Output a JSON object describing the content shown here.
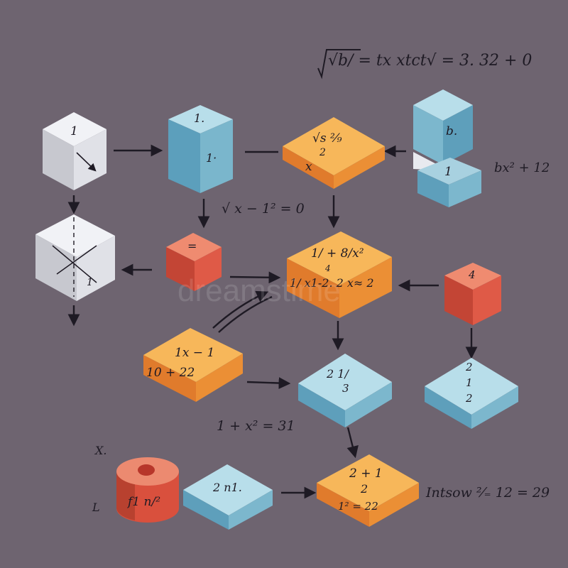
{
  "equations": {
    "top": "√b/ = tx xtct√ = 3. 32 + 0",
    "right_blue": "bx² + 12",
    "middle": "√ x − 1² = 0",
    "lower": "1 + x² = 31",
    "bottom_right": "Intsow ²⁄₌ 12 = 29"
  },
  "cubes": {
    "grey_top": {
      "face": "1"
    },
    "blue_top": {
      "top": "1.",
      "face": "1·"
    },
    "orange_top": {
      "line1": "√s ²⁄₉",
      "line2": "2",
      "line3": "x"
    },
    "blue_stack": {
      "upper": "b.",
      "lower": "1"
    },
    "grey_mid": {
      "face": "1"
    },
    "red_mid": {
      "top": "="
    },
    "orange_center": {
      "line1": "1/ + 8/x²",
      "line2": "4",
      "line3": "1/ x1-2. 2 x≈ 2"
    },
    "red_right": {
      "top": "4"
    },
    "orange_left": {
      "line1": "1x − 1",
      "line2": "10 + 22"
    },
    "blue_center": {
      "line1": "2 1/",
      "line2": "3"
    },
    "blue_right": {
      "line1": "2",
      "line2": "1",
      "line3": "2"
    },
    "cylinder": {
      "face": "f1 n/²",
      "left_top": "X.",
      "left_bottom": "L"
    },
    "blue_bottom": {
      "top": "2 n1."
    },
    "orange_bottom": {
      "line1": "2 + 1",
      "line2": "2",
      "line3": "1² = 22"
    }
  },
  "watermark": "dreamstime",
  "colors": {
    "background": "#6e6470",
    "orange": "#f3a845",
    "blue": "#9ec9d9",
    "red": "#df5a47",
    "grey": "#dcdde3"
  }
}
